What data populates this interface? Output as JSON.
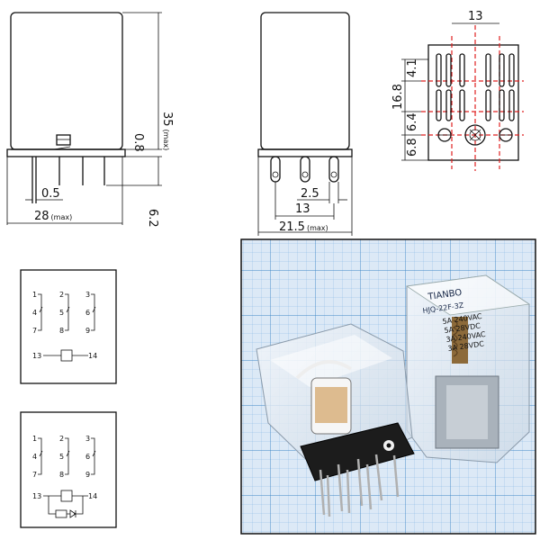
{
  "front_view": {
    "height_label": "35",
    "height_note": "(max)",
    "gap_label": "0.8",
    "pin_pitch_label": "0.5",
    "width_label": "28",
    "width_note": "(max)",
    "pin_length_label": "6.2"
  },
  "side_view": {
    "pin_spacing_label": "2.5",
    "span_label": "13",
    "width_label": "21.5",
    "width_note": "(max)"
  },
  "bottom_view": {
    "top_label": "13",
    "row_pitch_label": "4.1",
    "height_label": "16.8",
    "mid_label": "6.4",
    "bottom_label": "6.8"
  },
  "schematic_a": {
    "pins": [
      "1",
      "2",
      "3",
      "4",
      "5",
      "6",
      "7",
      "8",
      "9",
      "13",
      "14"
    ]
  },
  "schematic_b": {
    "pins": [
      "1",
      "2",
      "3",
      "4",
      "5",
      "6",
      "7",
      "8",
      "9",
      "13",
      "14"
    ]
  },
  "photo": {
    "brand": "TIANBO",
    "model": "HJQ-22F-3Z",
    "ratings": [
      "5A 240VAC",
      "5A 28VDC",
      "3A 240VAC",
      "3A 28VDC"
    ]
  }
}
